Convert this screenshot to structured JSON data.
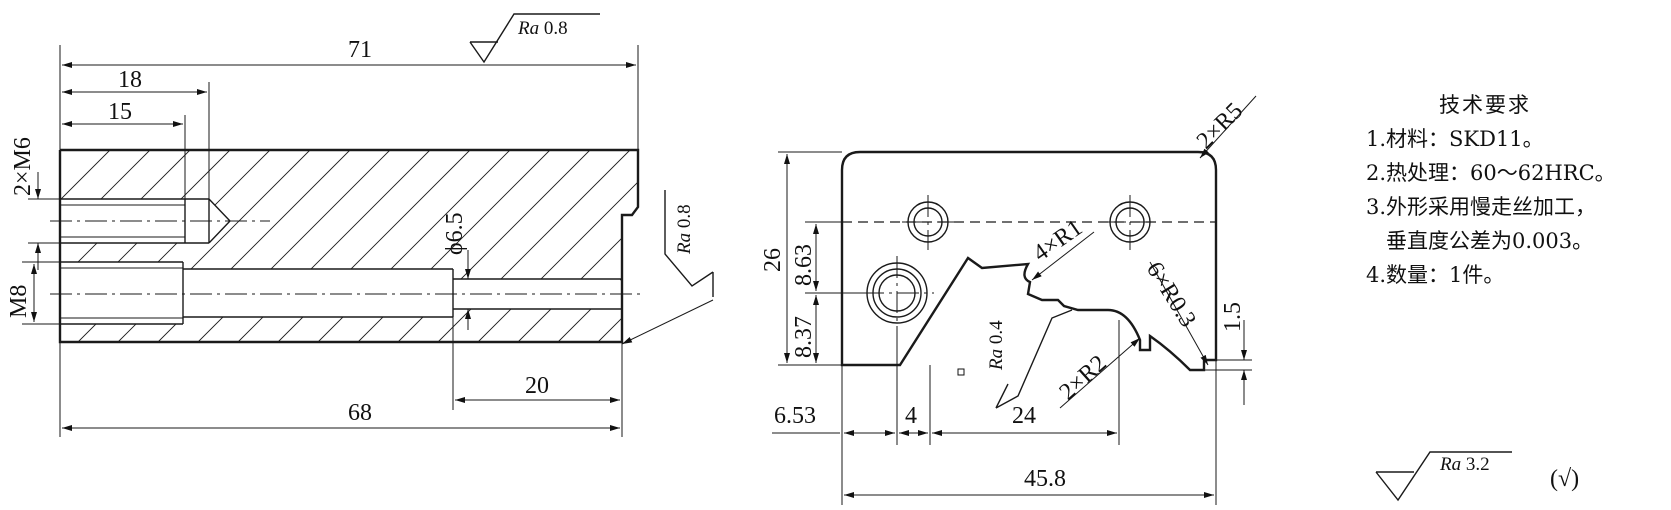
{
  "dimensions": {
    "overall_length": "71",
    "thread_depth_outer": "18",
    "thread_depth_inner": "15",
    "thread_spec": "2×M6",
    "bore_thread": "M8",
    "bore_diameter": "ϕ6.5",
    "body_length": "68",
    "stepped_length": "20",
    "height": "26",
    "hole_y_upper": "8.63",
    "hole_y_lower": "8.37",
    "offset_x": "6.53",
    "slot_width": "4",
    "slot_x": "24",
    "total_width": "45.8",
    "corner_r5": "2×R5",
    "corner_r1": "4×R1",
    "corner_r2": "2×R2",
    "corner_r03": "6×R0.3",
    "step_height": "1.5"
  },
  "roughness": {
    "top_label": "Ra",
    "top_value": "0.8",
    "side_label": "Ra",
    "side_value": "0.8",
    "profile_label": "Ra",
    "profile_value": "0.4",
    "general_label": "Ra",
    "general_value": "3.2",
    "general_other": "(√)"
  },
  "notes": {
    "title": "技术要求",
    "items": [
      "1.材料：SKD11。",
      "2.热处理：60～62HRC。",
      "3.外形采用慢走丝加工，",
      "垂直度公差为0.003。",
      "4.数量：1件。"
    ]
  }
}
